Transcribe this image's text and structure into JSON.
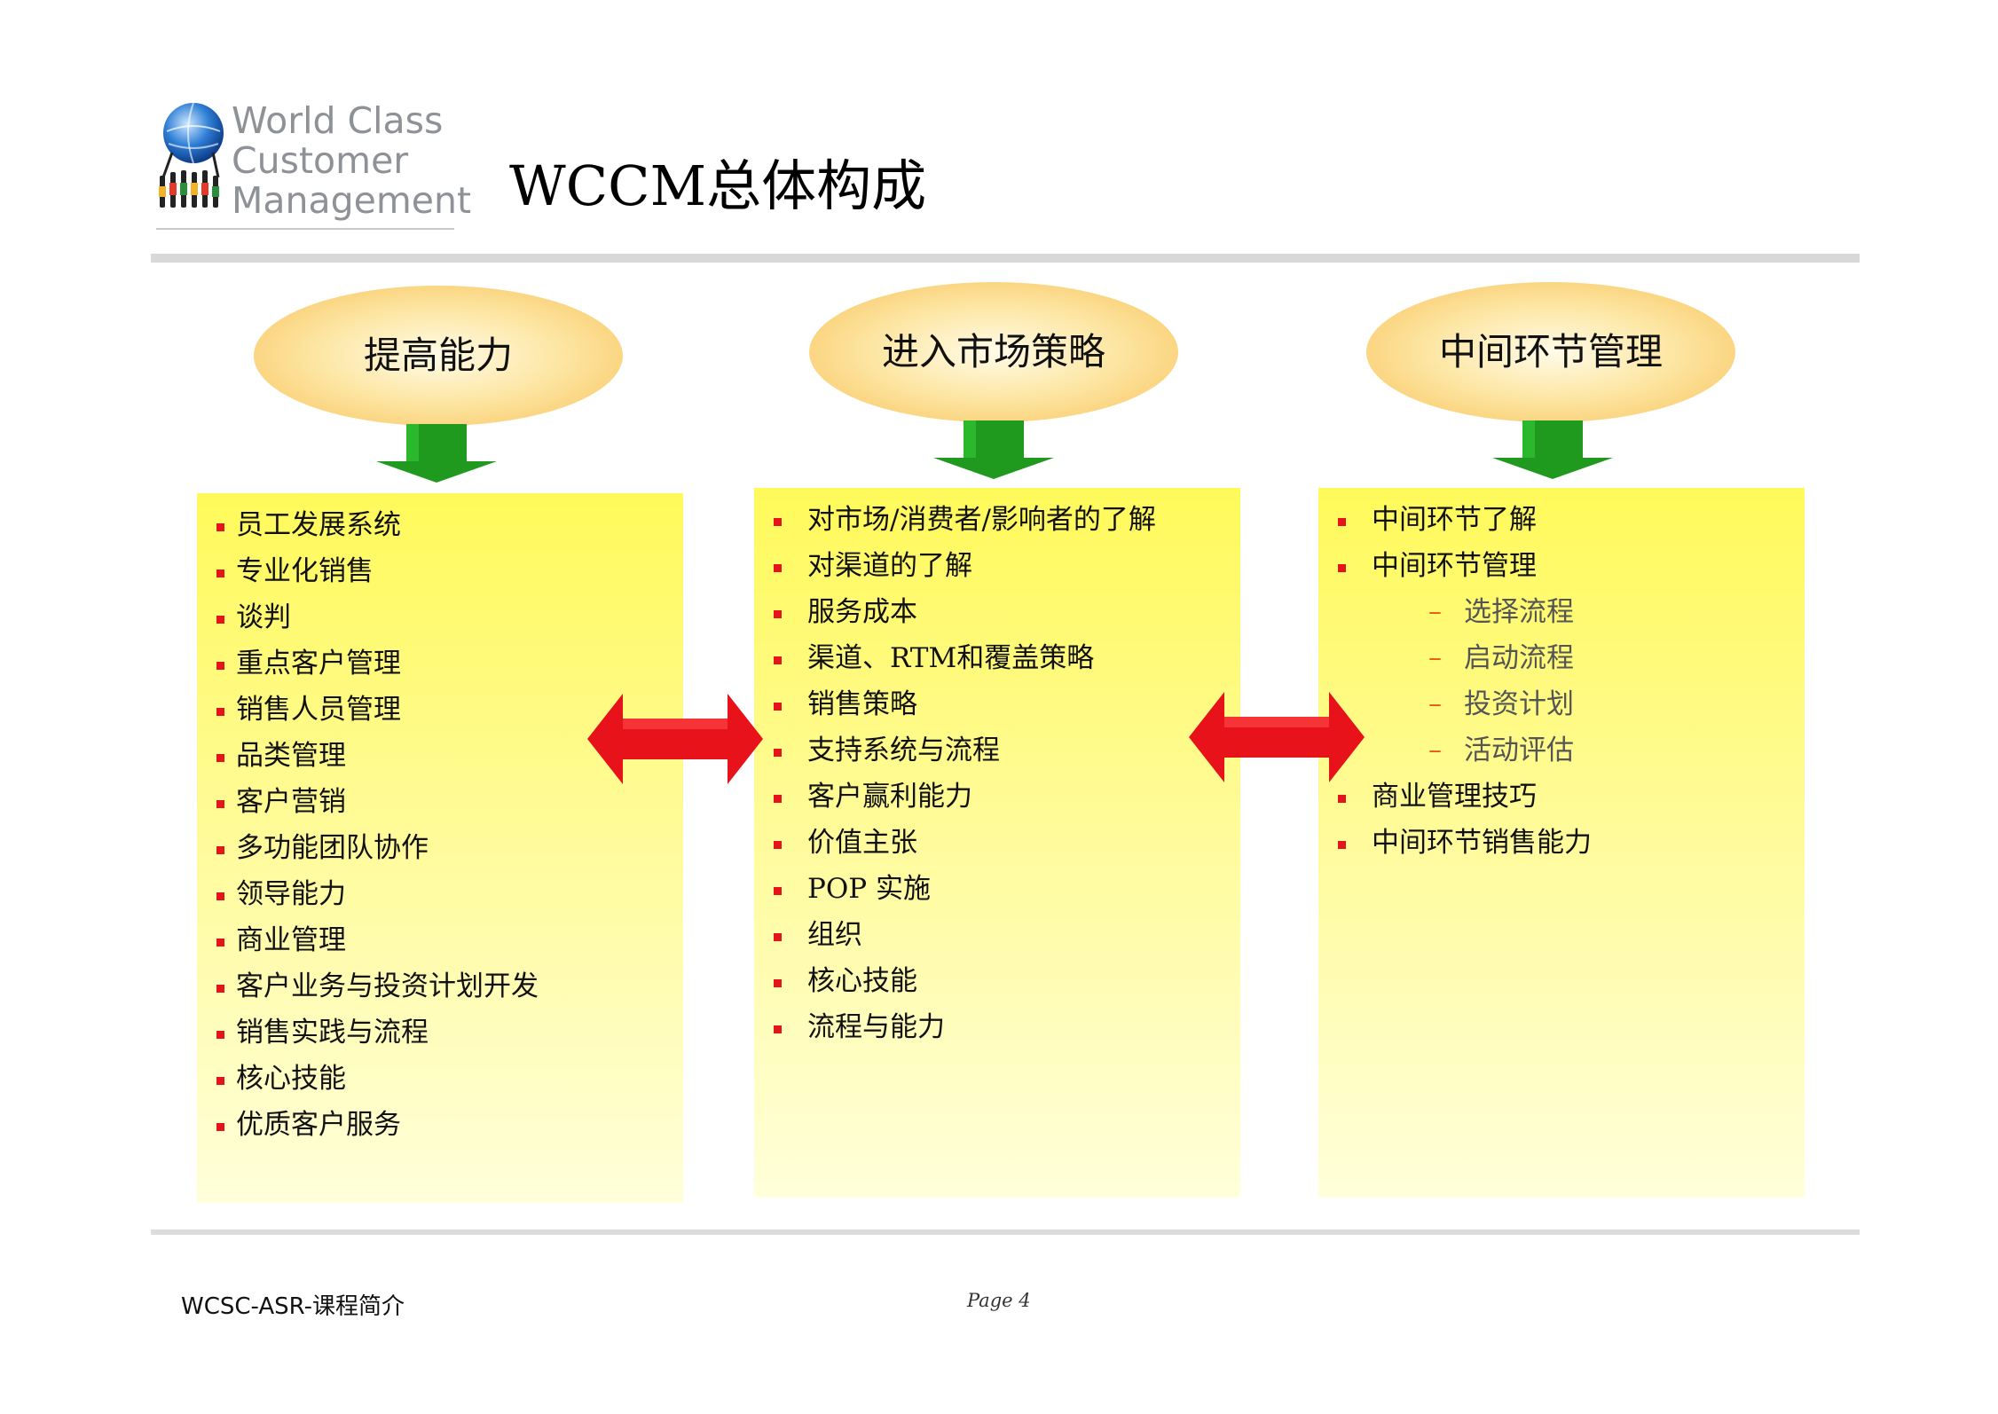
{
  "logo": {
    "lines": [
      "World Class",
      "Customer",
      "Management"
    ]
  },
  "page_title": "WCCM总体构成",
  "columns": [
    {
      "header": "提高能力",
      "items": [
        {
          "text": "员工发展系统"
        },
        {
          "text": "专业化销售"
        },
        {
          "text": "谈判"
        },
        {
          "text": "重点客户管理"
        },
        {
          "text": "销售人员管理"
        },
        {
          "text": "品类管理"
        },
        {
          "text": "客户营销"
        },
        {
          "text": "多功能团队协作"
        },
        {
          "text": "领导能力"
        },
        {
          "text": "商业管理"
        },
        {
          "text": "客户业务与投资计划开发"
        },
        {
          "text": "销售实践与流程"
        },
        {
          "text": "核心技能"
        },
        {
          "text": "优质客户服务"
        }
      ]
    },
    {
      "header": "进入市场策略",
      "items": [
        {
          "text": "对市场/消费者/影响者的了解"
        },
        {
          "text": "对渠道的了解"
        },
        {
          "text": "服务成本"
        },
        {
          "text": "渠道、RTM和覆盖策略"
        },
        {
          "text": "销售策略"
        },
        {
          "text": "支持系统与流程"
        },
        {
          "text": "客户赢利能力"
        },
        {
          "text": "价值主张"
        },
        {
          "text": "POP 实施"
        },
        {
          "text": "组织"
        },
        {
          "text": "核心技能"
        },
        {
          "text": "流程与能力"
        }
      ]
    },
    {
      "header": "中间环节管理",
      "items": [
        {
          "text": "中间环节了解"
        },
        {
          "text": "中间环节管理",
          "sub": [
            "选择流程",
            "启动流程",
            "投资计划",
            "活动评估"
          ]
        },
        {
          "text": "商业管理技巧"
        },
        {
          "text": "中间环节销售能力"
        }
      ]
    }
  ],
  "sub_marker": "–",
  "footer": {
    "left": "WCSC-ASR-课程简介",
    "page": "Page 4"
  },
  "colors": {
    "panel_yellow": "#fffa5a",
    "oval_orange": "#f8c25a",
    "down_arrow_green": "#1f9a1f",
    "double_arrow_red": "#e8121a",
    "bullet_red": "#e4141a"
  },
  "icons": [
    "globe-people-logo-icon",
    "down-arrow-icon",
    "double-arrow-icon",
    "square-bullet-icon"
  ]
}
